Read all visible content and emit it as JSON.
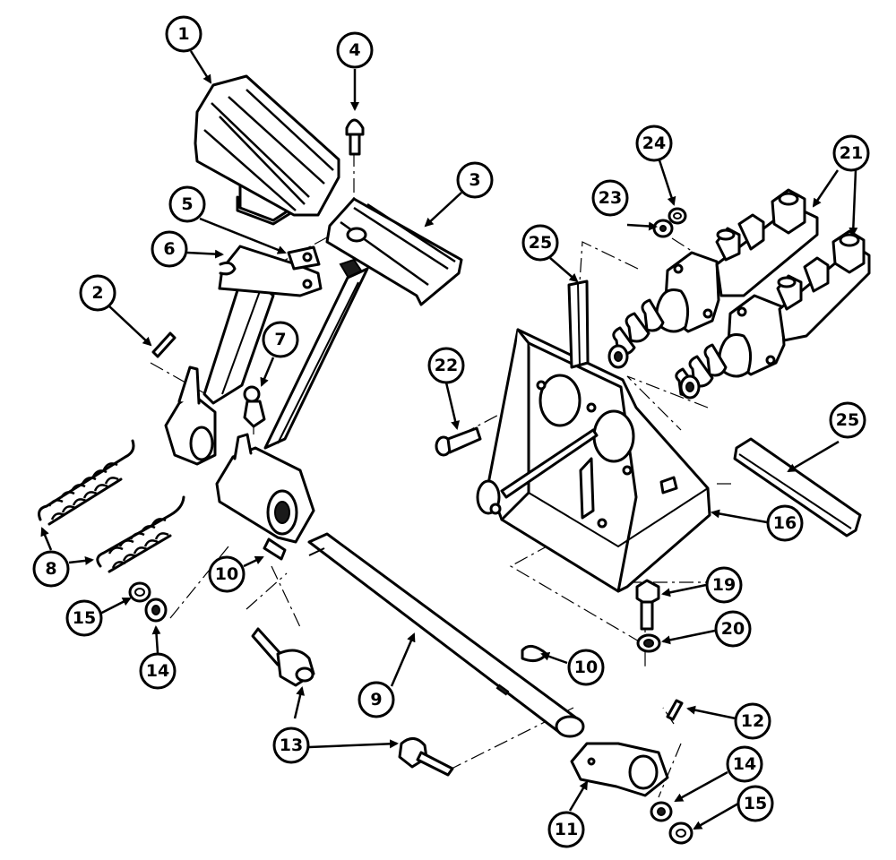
{
  "callouts": [
    {
      "id": "c1",
      "label": "1"
    },
    {
      "id": "c2",
      "label": "2"
    },
    {
      "id": "c3",
      "label": "3"
    },
    {
      "id": "c4",
      "label": "4"
    },
    {
      "id": "c5",
      "label": "5"
    },
    {
      "id": "c6",
      "label": "6"
    },
    {
      "id": "c7",
      "label": "7"
    },
    {
      "id": "c8",
      "label": "8"
    },
    {
      "id": "c9",
      "label": "9"
    },
    {
      "id": "c10a",
      "label": "10"
    },
    {
      "id": "c10b",
      "label": "10"
    },
    {
      "id": "c11",
      "label": "11"
    },
    {
      "id": "c12",
      "label": "12"
    },
    {
      "id": "c13",
      "label": "13"
    },
    {
      "id": "c14a",
      "label": "14"
    },
    {
      "id": "c14b",
      "label": "14"
    },
    {
      "id": "c15a",
      "label": "15"
    },
    {
      "id": "c15b",
      "label": "15"
    },
    {
      "id": "c16",
      "label": "16"
    },
    {
      "id": "c19",
      "label": "19"
    },
    {
      "id": "c20",
      "label": "20"
    },
    {
      "id": "c21",
      "label": "21"
    },
    {
      "id": "c22",
      "label": "22"
    },
    {
      "id": "c23",
      "label": "23"
    },
    {
      "id": "c24",
      "label": "24"
    },
    {
      "id": "c25a",
      "label": "25"
    },
    {
      "id": "c25b",
      "label": "25"
    }
  ]
}
